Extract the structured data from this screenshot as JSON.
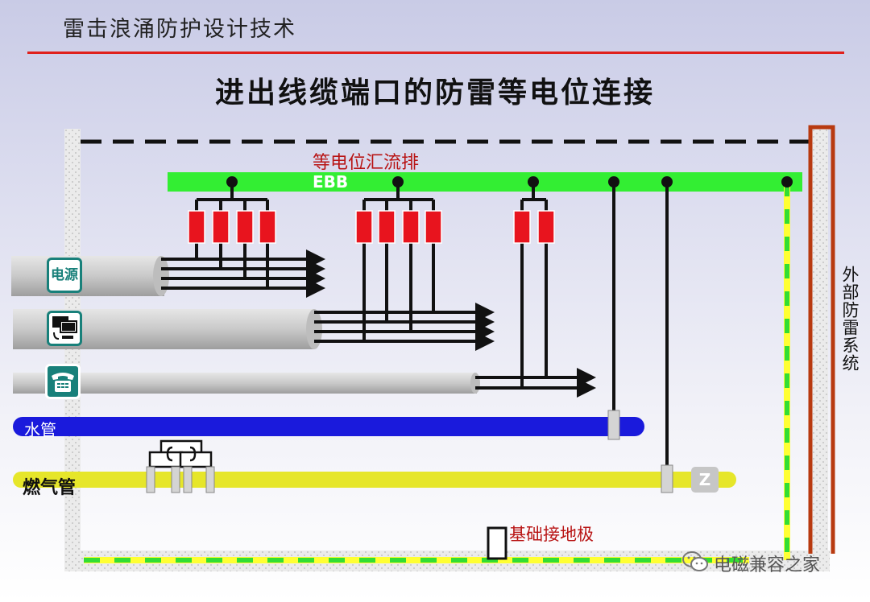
{
  "header": {
    "text": "雷击浪涌防护设计技术"
  },
  "title": "进出线缆端口的防雷等电位连接",
  "labels": {
    "ebb_title": "等电位汇流排",
    "ebb": "EBB",
    "power": "电源",
    "water": "水管",
    "gas": "燃气管",
    "foundation": "基础接地极",
    "external": "外部防雷系统",
    "z": "Z",
    "watermark": "电磁兼容之家"
  },
  "icons": [
    "power-icon",
    "computer-icon",
    "telephone-icon",
    "wechat-icon"
  ],
  "colors": {
    "ebb_bar": "#33ee33",
    "spd": "#e8141e",
    "water_pipe": "#1a1adc",
    "gas_pipe": "#e6e62a",
    "external_lps": "#b83a10",
    "title_red_line": "#e0201c"
  }
}
